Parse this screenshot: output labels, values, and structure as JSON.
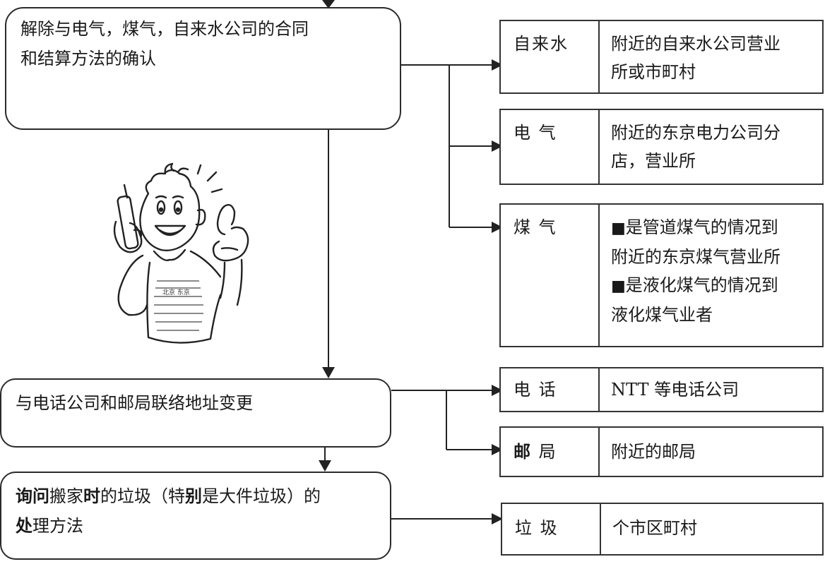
{
  "steps": {
    "utilities": {
      "line1": "解除与电气，煤气，自来水公司的合同",
      "line2": "和结算方法的确认"
    },
    "phone_post": {
      "line1": "与电话公司和邮局联络地址变更"
    },
    "garbage": {
      "line1_bold_a": "询问",
      "line1_a": "搬家",
      "line1_bold_b": "时",
      "line1_b": "的垃圾（特",
      "line1_bold_c": "别",
      "line1_c": "是大件垃圾）的",
      "line2_bold": "处",
      "line2": "理方法"
    }
  },
  "tables": {
    "water": {
      "key": "自来水",
      "value_line1": "附近的自来水公司营业",
      "value_line2": "所或市町村"
    },
    "electric": {
      "key": "电 气",
      "value_line1": "附近的东京电力公司分",
      "value_line2": "店，营业所"
    },
    "gas": {
      "key": "煤 气",
      "bullet": "■",
      "value_line1": "是管道煤气的情况到",
      "value_line2": "附近的东京煤气营业所",
      "value_line3": "是液化煤气的情况到",
      "value_line4": "液化煤气业者"
    },
    "phone": {
      "key": "电 话",
      "value_line1": "NTT 等电话公司"
    },
    "post": {
      "key_bold": "邮",
      "key_rest": " 局",
      "value_line1": "附近的邮局"
    },
    "garbage": {
      "key": "垃 圾",
      "value_line1": "个市区町村"
    }
  },
  "illustration": {
    "shirt_text": "北京 东京"
  }
}
